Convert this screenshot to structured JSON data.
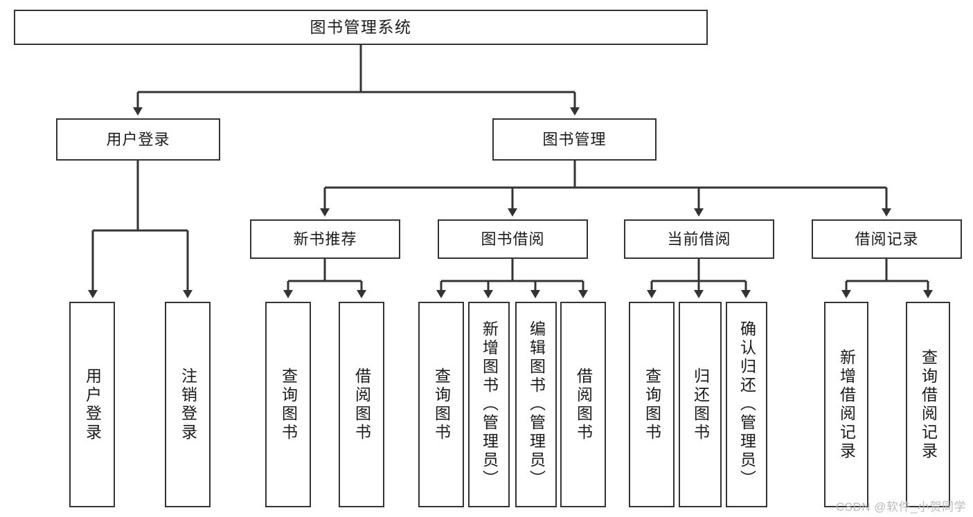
{
  "diagram": {
    "type": "tree",
    "title": "图书管理系统",
    "watermark": "CSDN @软件_小贺同学",
    "colors": {
      "box_border": "#333333",
      "box_fill": "#ffffff",
      "connector": "#333333",
      "text": "#1a1a1a",
      "watermark": "#b9b9b9"
    },
    "nodes": {
      "root": {
        "label": "图书管理系统",
        "level": 1,
        "orientation": "horizontal"
      },
      "l2": [
        {
          "id": "user-login",
          "label": "用户登录",
          "level": 2,
          "orientation": "horizontal"
        },
        {
          "id": "book-manage",
          "label": "图书管理",
          "level": 2,
          "orientation": "horizontal"
        }
      ],
      "l3": [
        {
          "id": "new-book-rec",
          "label": "新书推荐",
          "level": 3,
          "orientation": "horizontal",
          "parent": "book-manage"
        },
        {
          "id": "book-borrow",
          "label": "图书借阅",
          "level": 3,
          "orientation": "horizontal",
          "parent": "book-manage"
        },
        {
          "id": "current-borrow",
          "label": "当前借阅",
          "level": 3,
          "orientation": "horizontal",
          "parent": "book-manage"
        },
        {
          "id": "borrow-record",
          "label": "借阅记录",
          "level": 3,
          "orientation": "horizontal",
          "parent": "book-manage"
        }
      ],
      "leaves": [
        {
          "id": "leaf-user-login",
          "label": "用户登录",
          "parent": "user-login",
          "orientation": "vertical"
        },
        {
          "id": "leaf-logout",
          "label": "注销登录",
          "parent": "user-login",
          "orientation": "vertical"
        },
        {
          "id": "leaf-rec-query",
          "label": "查询图书",
          "parent": "new-book-rec",
          "orientation": "vertical"
        },
        {
          "id": "leaf-rec-borrow",
          "label": "借阅图书",
          "parent": "new-book-rec",
          "orientation": "vertical"
        },
        {
          "id": "leaf-borrow-query",
          "label": "查询图书",
          "parent": "book-borrow",
          "orientation": "vertical"
        },
        {
          "id": "leaf-add-book",
          "label": "新增图书（管理员）",
          "parent": "book-borrow",
          "orientation": "vertical"
        },
        {
          "id": "leaf-edit-book",
          "label": "编辑图书（管理员）",
          "parent": "book-borrow",
          "orientation": "vertical"
        },
        {
          "id": "leaf-borrow-book",
          "label": "借阅图书",
          "parent": "book-borrow",
          "orientation": "vertical"
        },
        {
          "id": "leaf-cur-query",
          "label": "查询图书",
          "parent": "current-borrow",
          "orientation": "vertical"
        },
        {
          "id": "leaf-return-book",
          "label": "归还图书",
          "parent": "current-borrow",
          "orientation": "vertical"
        },
        {
          "id": "leaf-confirm-return",
          "label": "确认归还（管理员）",
          "parent": "current-borrow",
          "orientation": "vertical"
        },
        {
          "id": "leaf-add-record",
          "label": "新增借阅记录",
          "parent": "borrow-record",
          "orientation": "vertical"
        },
        {
          "id": "leaf-query-record",
          "label": "查询借阅记录",
          "parent": "borrow-record",
          "orientation": "vertical"
        }
      ]
    }
  }
}
